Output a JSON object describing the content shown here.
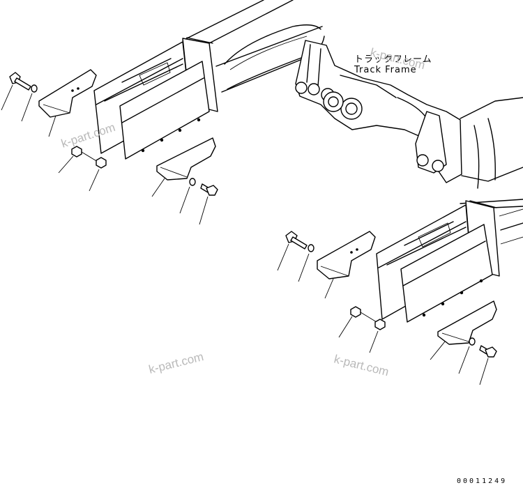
{
  "labels": {
    "track_frame_jp": "トラックフレーム",
    "track_frame_en": "Track Frame"
  },
  "watermark": "k-part.com",
  "drawing_code": "00011249"
}
